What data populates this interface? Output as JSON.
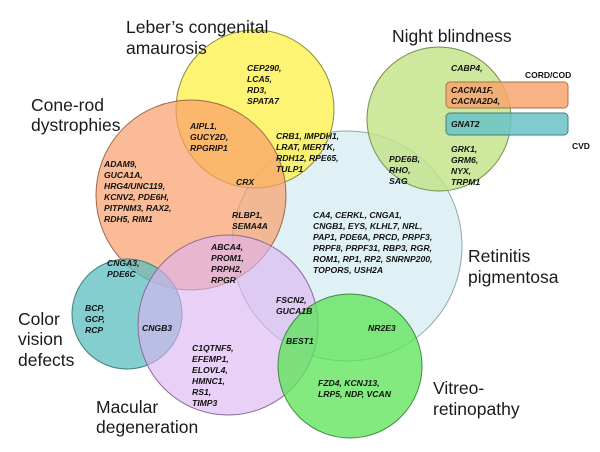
{
  "colors": {
    "leber": "#fef045",
    "night": "#c2e385",
    "cone_rod": "#f99e6a",
    "retinitis": "#daeef5",
    "color_vision": "#5bbec0",
    "macular": "#dcb3f1",
    "vitreo": "#5fe45b",
    "cord_cod_tag": "#f7a56f",
    "cvd_tag": "#68c4c8"
  },
  "diseases": {
    "leber": {
      "line1": "Leber’s congenital",
      "line2": "amaurosis"
    },
    "night": {
      "line1": "Night blindness"
    },
    "cone_rod": {
      "line1": "Cone-rod",
      "line2": "dystrophies"
    },
    "retinitis": {
      "line1": "Retinitis",
      "line2": "pigmentosa"
    },
    "color_vision": {
      "line1": "Color",
      "line2": "vision",
      "line3": "defects"
    },
    "macular": {
      "line1": "Macular",
      "line2": "degeneration"
    },
    "vitreo": {
      "line1": "Vitreo-",
      "line2": "retinopathy"
    }
  },
  "tags": {
    "cord_cod": "CORD/COD",
    "cvd": "CVD"
  },
  "gene_groups": {
    "leber_only": [
      "CEP290,",
      "LCA5,",
      "RD3,",
      "SPATA7"
    ],
    "night_only": [
      "CABP4,"
    ],
    "night_cord": [
      "CACNA1F,",
      "CACNA2D4,"
    ],
    "night_cvd": [
      "GNAT2"
    ],
    "night_lower": [
      "GRK1,",
      "GRM6,",
      "NYX,",
      "TRPM1"
    ],
    "cone_rod_leber": [
      "AIPL1,",
      "GUCY2D,",
      "RPGRIP1"
    ],
    "leber_rp": [
      "CRB1, IMPDH1,",
      "LRAT, MERTK,",
      "RDH12, RPE65,",
      "TULP1"
    ],
    "night_rp": [
      "PDE6B,",
      "RHO,",
      "SAG"
    ],
    "cone_rod_only": [
      "ADAM9,",
      "GUCA1A,",
      "HRG4/UNC119,",
      "KCNV2, PDE6H,",
      "PITPNM3, RAX2,",
      "RDH5, RIM1"
    ],
    "crx": [
      "CRX"
    ],
    "cone_rod_rp": [
      "RLBP1,",
      "SEMA4A"
    ],
    "cone_rod_rp_macular": [
      "ABCA4,",
      "PROM1,",
      "PRPH2,",
      "RPGR"
    ],
    "rp_only": [
      "CA4, CERKL, CNGA1,",
      "CNGB1, EYS, KLHL7, NRL,",
      "PAP1, PDE6A, PRCD, PRPF3,",
      "PRPF8, PRPF31, RBP3, RGR,",
      "ROM1, RP1, RP2, SNRNP200,",
      "TOPORS, USH2A"
    ],
    "cone_rod_color": [
      "CNGA3,",
      "PDE6C"
    ],
    "color_only": [
      "BCP,",
      "GCP,",
      "RCP"
    ],
    "color_macular": [
      "CNGB3"
    ],
    "rp_macular": [
      "FSCN2,",
      "GUCA1B"
    ],
    "rp_vitreo": [
      "NR2E3"
    ],
    "best": [
      "BEST1"
    ],
    "macular_only": [
      "C1QTNF5,",
      "EFEMP1,",
      "ELOVL4,",
      "HMNC1,",
      "RS1,",
      "TIMP3"
    ],
    "vitreo_only": [
      "FZD4, KCNJ13,",
      "LRP5, NDP, VCAN"
    ]
  }
}
